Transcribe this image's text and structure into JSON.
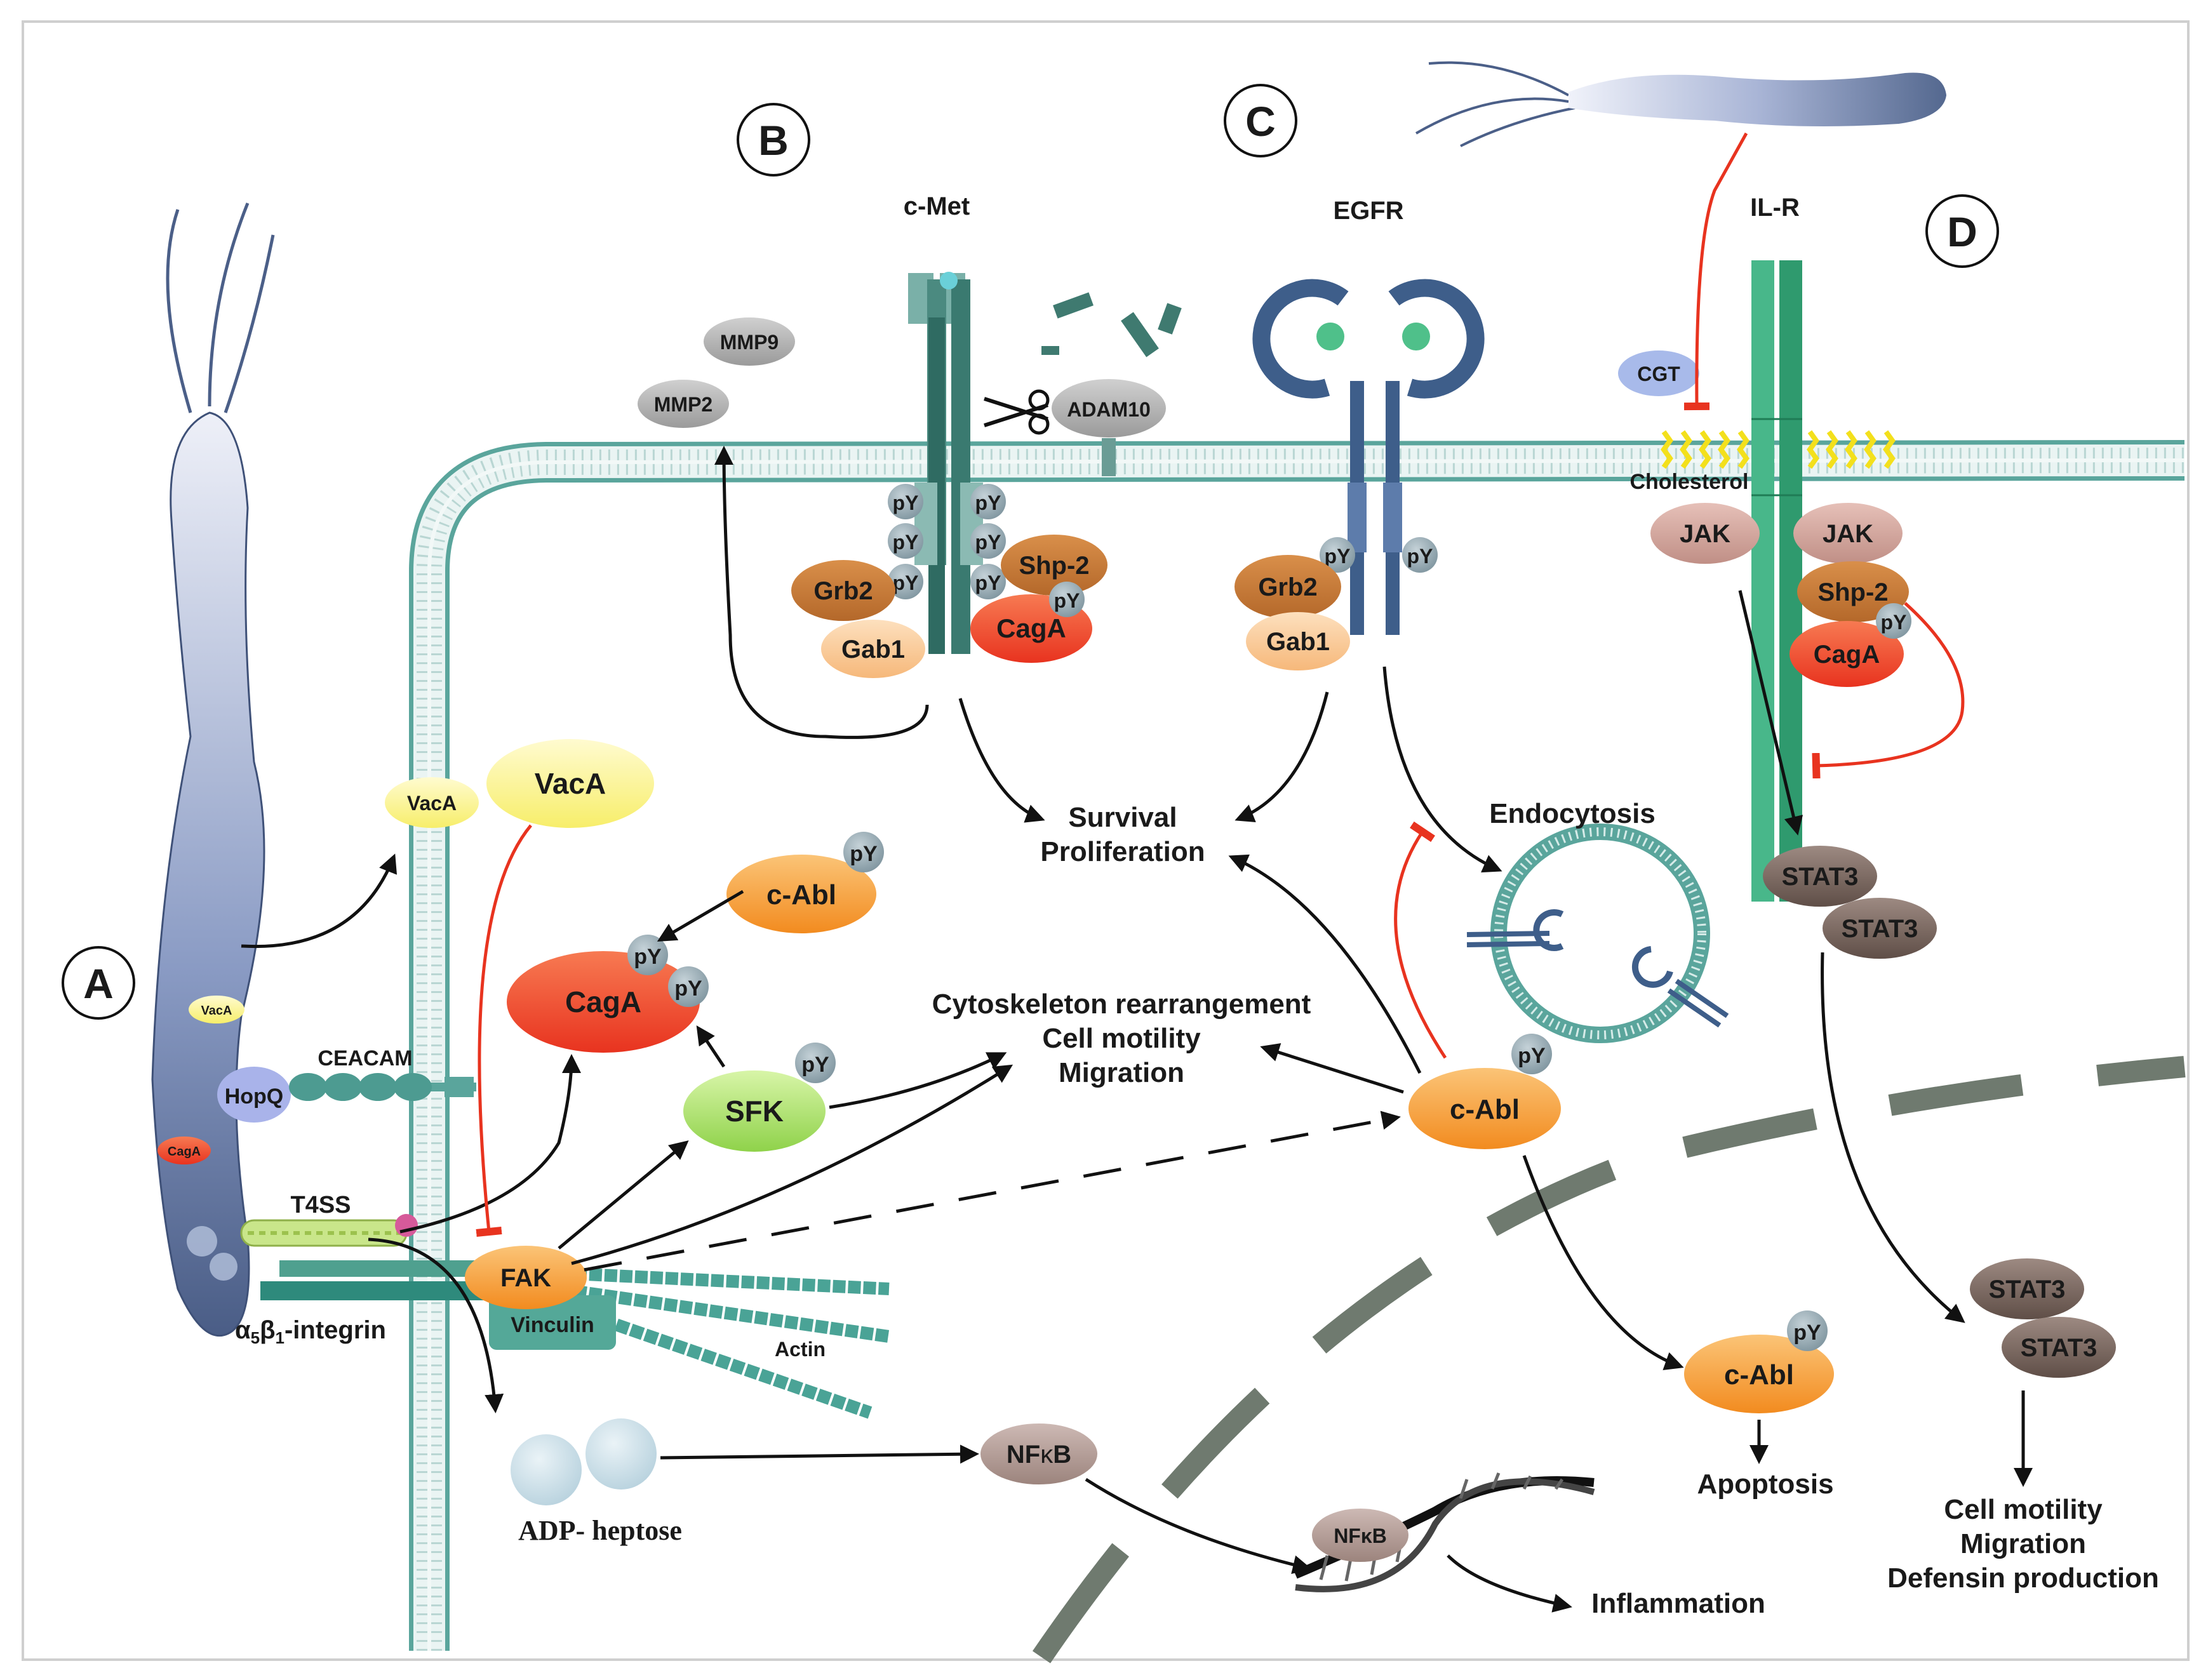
{
  "panels": {
    "a": "A",
    "b": "B",
    "c": "C",
    "d": "D"
  },
  "receptors": {
    "cmet": "c-Met",
    "egfr": "EGFR",
    "ilr": "IL-R"
  },
  "molecules": {
    "mmp9": "MMP9",
    "mmp2": "MMP2",
    "adam10": "ADAM10",
    "grb2": "Grb2",
    "gab1": "Gab1",
    "shp2": "Shp-2",
    "cagA": "CagA",
    "pY": "pY",
    "cgt": "CGT",
    "cholesterol": "Cholesterol",
    "jak": "JAK",
    "stat3": "STAT3",
    "vacA": "VacA",
    "cAbl": "c-Abl",
    "sfk": "SFK",
    "fak": "FAK",
    "vinculin": "Vinculin",
    "actin": "Actin",
    "hopQ": "HopQ",
    "ceacam": "CEACAM",
    "t4ss": "T4SS",
    "integrin_alpha": "α",
    "integrin_sub5": "5",
    "integrin_beta": "β",
    "integrin_sub1": "1",
    "integrin_rest": "-integrin",
    "adpHeptose": "ADP- heptose",
    "nfkb_pre": "NF",
    "nfkb_kappa": "κ",
    "nfkb_post": "B"
  },
  "outcomes": {
    "survival": "Survival",
    "proliferation": "Proliferation",
    "endocytosis": "Endocytosis",
    "cytoskeleton": "Cytoskeleton rearrangement",
    "cellMotility": "Cell motility",
    "migration": "Migration",
    "apoptosis": "Apoptosis",
    "inflammation": "Inflammation",
    "dCellMotility": "Cell motility",
    "dMigration": "Migration",
    "dDefensin": "Defensin production"
  },
  "colors": {
    "inhibition": "#e8331f",
    "activation": "#111111",
    "membrane": "#5aa59c",
    "cagA": "#f0452b",
    "orange": "#f5a040",
    "nucleus": "#6f7a6f"
  }
}
